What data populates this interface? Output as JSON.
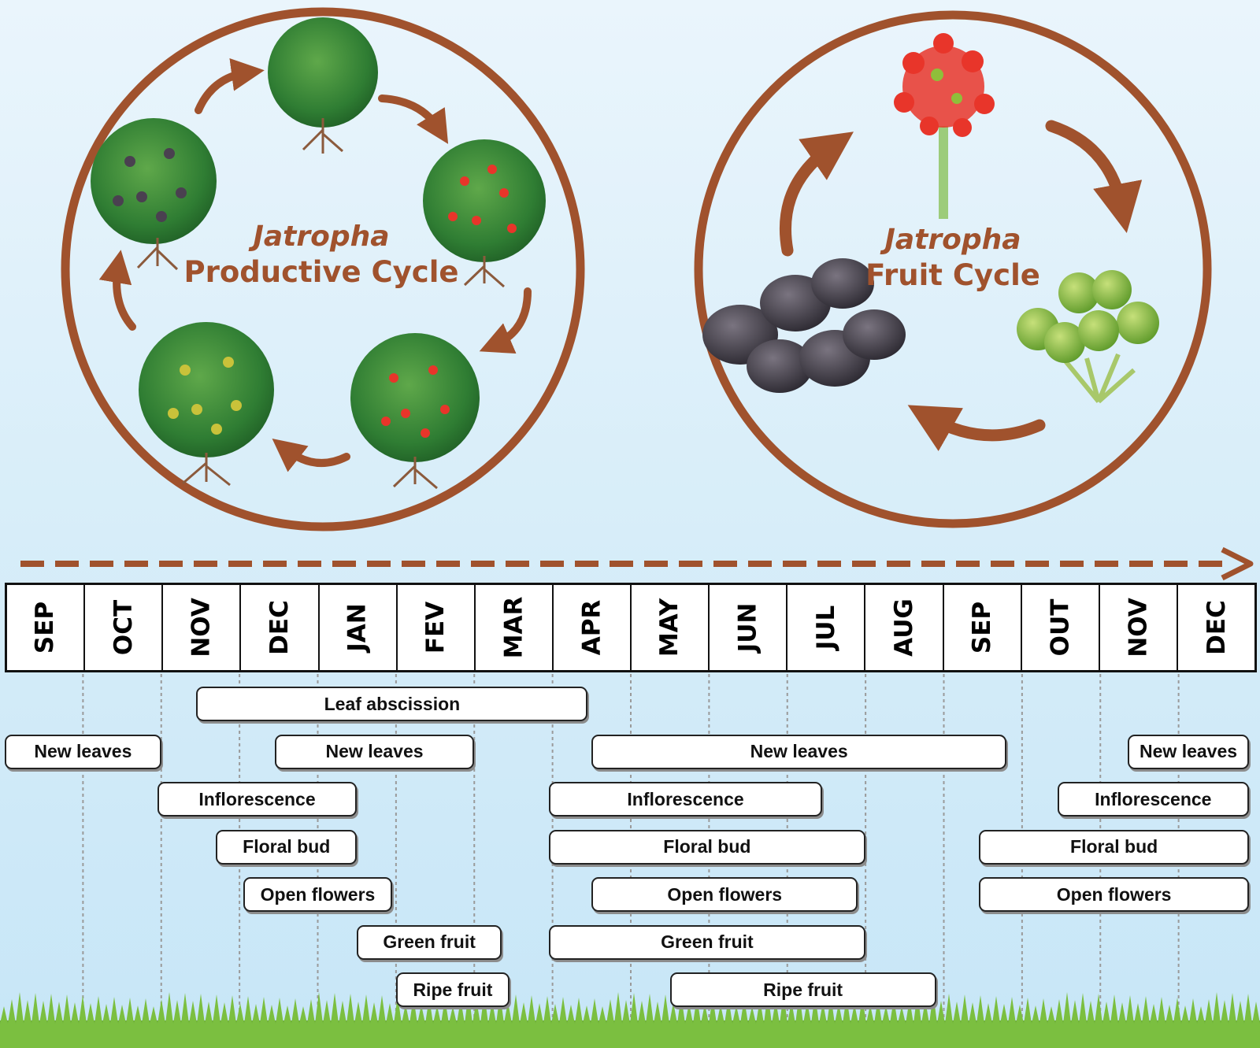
{
  "months": [
    "SEP",
    "OCT",
    "NOV",
    "DEC",
    "JAN",
    "FEV",
    "MAR",
    "APR",
    "MAY",
    "JUN",
    "JUL",
    "AUG",
    "SEP",
    "OUT",
    "NOV",
    "DEC"
  ],
  "left_cycle": {
    "title_italic": "Jatropha",
    "title_main": "Productive Cycle"
  },
  "right_cycle": {
    "title_italic": "Jatropha",
    "title_main": "Fruit Cycle"
  },
  "phases": [
    {
      "label": "Leaf abscission",
      "start_month": 2.45,
      "end_month": 7.45,
      "row": 0
    },
    {
      "label": "New leaves",
      "start_month": 0.0,
      "end_month": 2.0,
      "row": 1
    },
    {
      "label": "New leaves",
      "start_month": 3.45,
      "end_month": 6.0,
      "row": 1
    },
    {
      "label": "New leaves",
      "start_month": 7.5,
      "end_month": 12.8,
      "row": 1
    },
    {
      "label": "New leaves",
      "start_month": 14.35,
      "end_month": 15.9,
      "row": 1
    },
    {
      "label": "Inflorescence",
      "start_month": 1.95,
      "end_month": 4.5,
      "row": 2
    },
    {
      "label": "Inflorescence",
      "start_month": 6.95,
      "end_month": 10.45,
      "row": 2
    },
    {
      "label": "Inflorescence",
      "start_month": 13.45,
      "end_month": 15.9,
      "row": 2
    },
    {
      "label": "Floral bud",
      "start_month": 2.7,
      "end_month": 4.5,
      "row": 3
    },
    {
      "label": "Floral bud",
      "start_month": 6.95,
      "end_month": 11.0,
      "row": 3
    },
    {
      "label": "Floral bud",
      "start_month": 12.45,
      "end_month": 15.9,
      "row": 3
    },
    {
      "label": "Open flowers",
      "start_month": 3.05,
      "end_month": 4.95,
      "row": 4
    },
    {
      "label": "Open flowers",
      "start_month": 7.5,
      "end_month": 10.9,
      "row": 4
    },
    {
      "label": "Open flowers",
      "start_month": 12.45,
      "end_month": 15.9,
      "row": 4
    },
    {
      "label": "Green fruit",
      "start_month": 4.5,
      "end_month": 6.35,
      "row": 5
    },
    {
      "label": "Green fruit",
      "start_month": 6.95,
      "end_month": 11.0,
      "row": 5
    },
    {
      "label": "Ripe fruit",
      "start_month": 5.0,
      "end_month": 6.45,
      "row": 6
    },
    {
      "label": "Ripe fruit",
      "start_month": 8.5,
      "end_month": 11.9,
      "row": 6
    }
  ],
  "colors": {
    "brown": "#a0522d",
    "sky_top": "#eaf5fc",
    "sky_bottom": "#c7e6f7",
    "grass": "#6aa83a",
    "green_fruit": "#8fbf3a",
    "red_flower": "#e8352a"
  }
}
